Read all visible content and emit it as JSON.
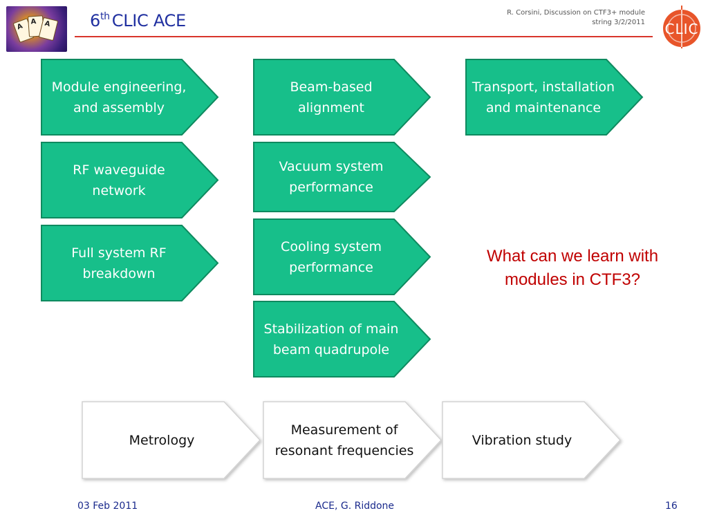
{
  "header": {
    "title_super": "th",
    "title_number": "6",
    "title_text": "CLIC ACE",
    "note_line1": "R. Corsini, Discussion on CTF3+ module",
    "note_line2": "string  3/2/2011"
  },
  "left_logo": {
    "cards": [
      "A",
      "A",
      "A"
    ]
  },
  "clic_logo": {
    "text": "CLIC",
    "color": "#e8552a"
  },
  "colors": {
    "green": "#17bf8a",
    "green_border": "#0e8a5f",
    "white_box_border": "#cfcfcf",
    "question": "#c00000",
    "rule": "#d8352a"
  },
  "topics": {
    "col1": [
      "Module engineering, and assembly",
      "RF waveguide network",
      "Full system RF breakdown"
    ],
    "col2": [
      "Beam-based alignment",
      "Vacuum system performance",
      "Cooling system performance",
      "Stabilization of main beam quadrupole"
    ],
    "col3": [
      "Transport, installation and maintenance"
    ]
  },
  "question": "What can we learn with modules in CTF3?",
  "process": [
    "Metrology",
    "Measurement of resonant frequencies",
    "Vibration  study"
  ],
  "footer": {
    "date": "03 Feb 2011",
    "center": "ACE, G. Riddone",
    "page": "16"
  }
}
